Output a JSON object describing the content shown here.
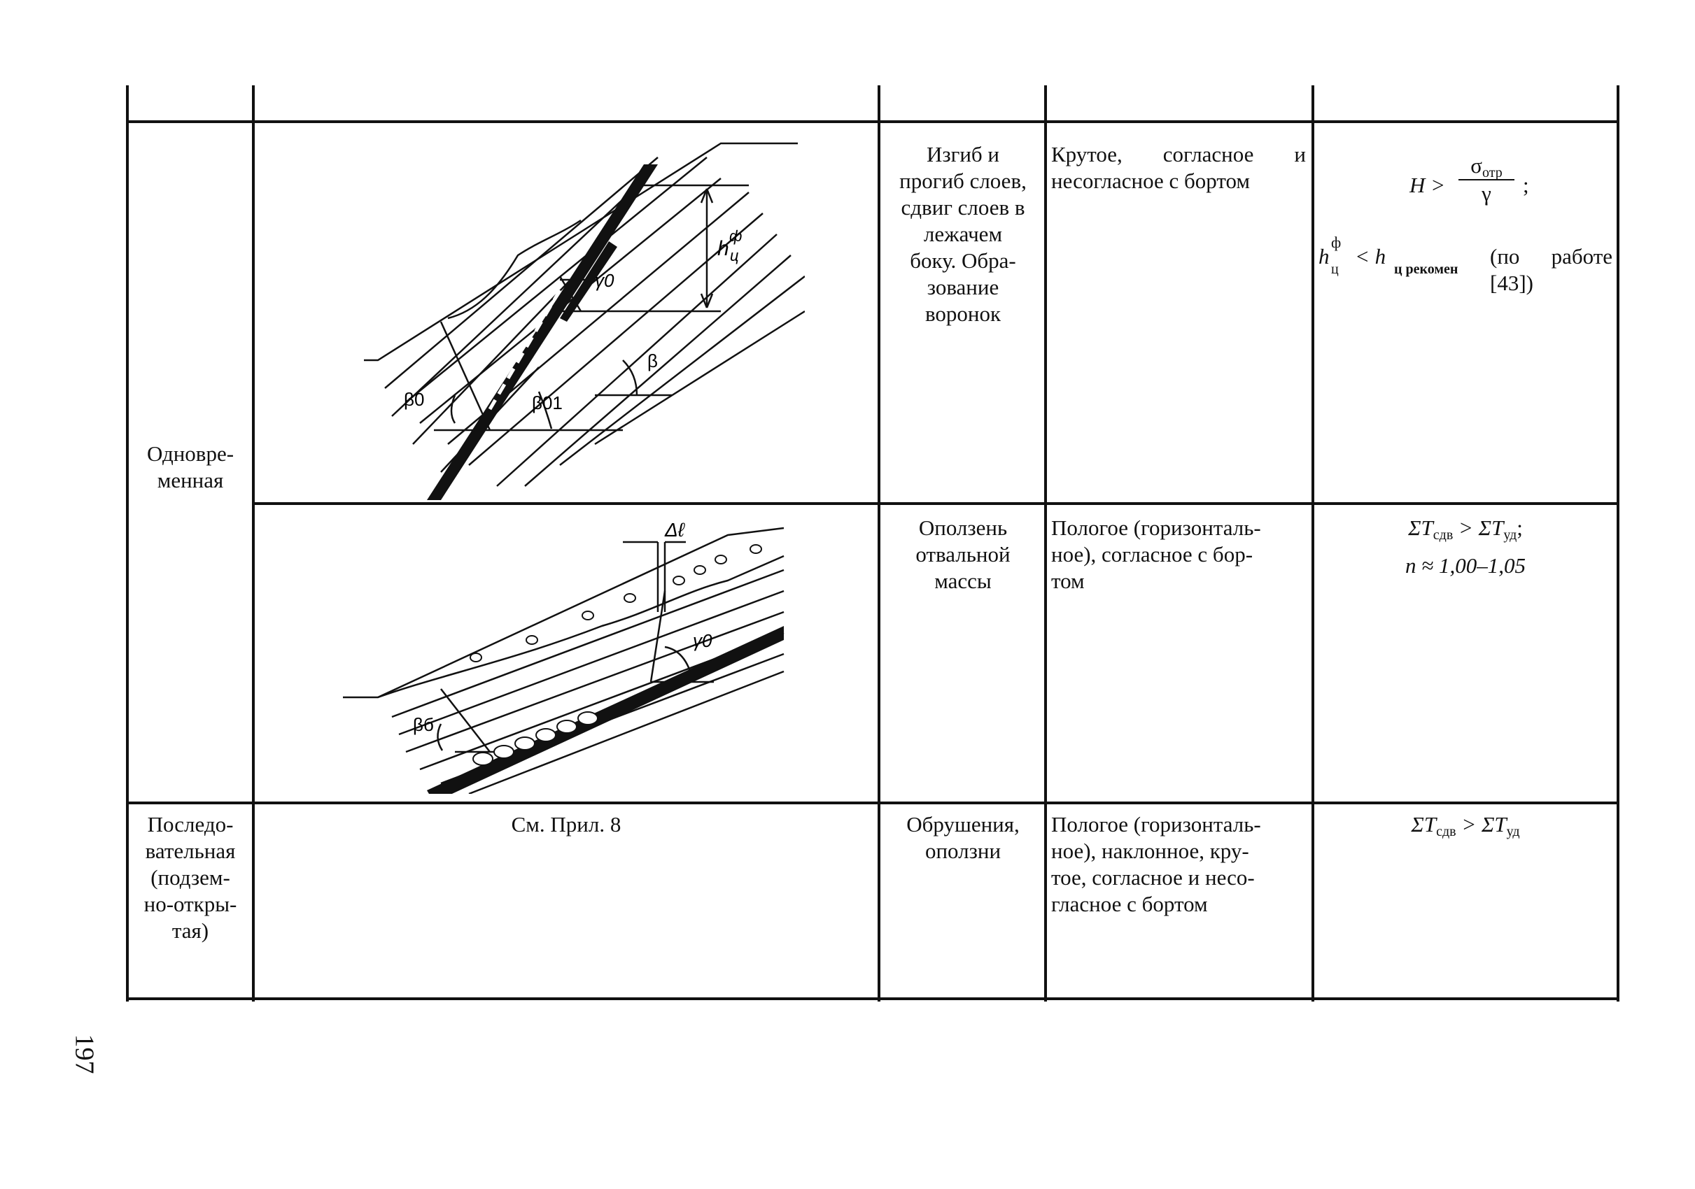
{
  "page_number": "197",
  "rows": [
    {
      "mode": "Одновре-\nменная",
      "sub": [
        {
          "process": "Изгиб и\nпрогиб слоев,\nсдвиг слоев в\nлежачем\nбоку. Обра-\nзование\nворонок",
          "bedding": "Крутое, согласное и несогласное с бортом",
          "condition": {
            "line1_H": "H >",
            "frac_num": "σ",
            "frac_num_sub": "отр",
            "frac_den": "γ",
            "frac_tail": ";",
            "line2_h": "h",
            "line2_h_sup": "ф",
            "line2_h_sub": "ц",
            "line2_lt": "< h",
            "line2_rec_sub": "ц рекомен",
            "line2_tail": "(по работе [43])"
          },
          "figure_labels": [
            "h",
            "ф",
            "ц",
            "γ0",
            "β",
            "β0",
            "β01"
          ]
        },
        {
          "process": "Оползень\nотвальной\nмассы",
          "bedding": "Пологое (горизонталь-\nное), согласное с бор-\nтом",
          "condition": {
            "line1": "ΣT",
            "line1_sub": "сдв",
            "line1_mid": " > ΣT",
            "line1_sub2": "уд",
            "line1_tail": ";",
            "line2": "n ≈ 1,00–1,05"
          },
          "figure_labels": [
            "Δℓ",
            "γ0",
            "βб"
          ]
        }
      ]
    },
    {
      "mode": "Последо-\nвательная\n(подзем-\nно-откры-\nтая)",
      "figure_ref": "См. Прил. 8",
      "process": "Обрушения,\nоползни",
      "bedding": "Пологое (горизонталь-\nное), наклонное, кру-\nтое, согласное и несо-\nгласное с бортом",
      "condition": {
        "line1": "ΣT",
        "line1_sub": "сдв",
        "line1_mid": " > ΣT",
        "line1_sub2": "уд"
      }
    }
  ]
}
